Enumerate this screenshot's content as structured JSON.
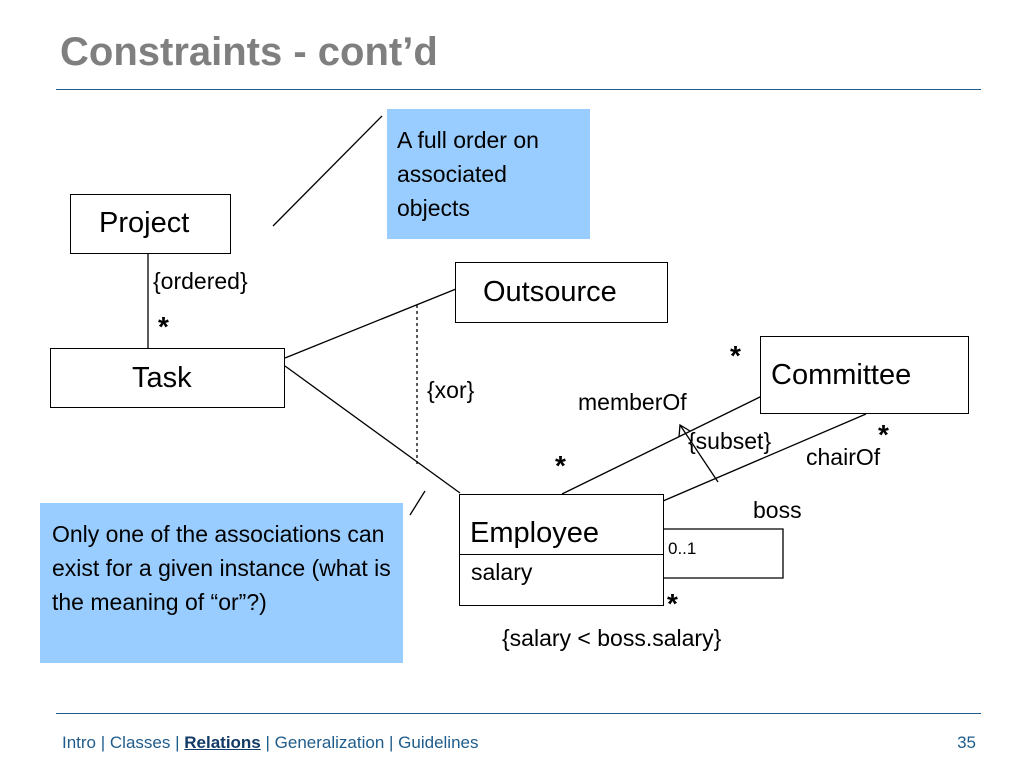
{
  "slide": {
    "title": "Constraints - cont’d",
    "page_number": "35"
  },
  "classes": {
    "project": "Project",
    "task": "Task",
    "outsource": "Outsource",
    "committee": "Committee",
    "employee": "Employee",
    "employee_attribute": "salary"
  },
  "notes": {
    "full_order": "A full order on associated objects",
    "xor_explanation": "Only one of the associations can exist for a given instance (what is the meaning of “or”?)"
  },
  "labels": {
    "ordered": "{ordered}",
    "xor": "{xor}",
    "member_of": "memberOf",
    "subset": "{subset}",
    "chair_of": "chairOf",
    "boss": "boss",
    "boss_multiplicity": "0..1",
    "salary_constraint": "{salary < boss.salary}",
    "star": "*"
  },
  "footer": {
    "items": [
      "Intro",
      "Classes",
      "Relations",
      "Generalization",
      "Guidelines"
    ],
    "separator": " | ",
    "active": "Relations"
  },
  "colors": {
    "title": "#7f7f7f",
    "rule": "#1f5c8b",
    "note_fill": "#99ccff",
    "footer": "#1f5c8b"
  }
}
